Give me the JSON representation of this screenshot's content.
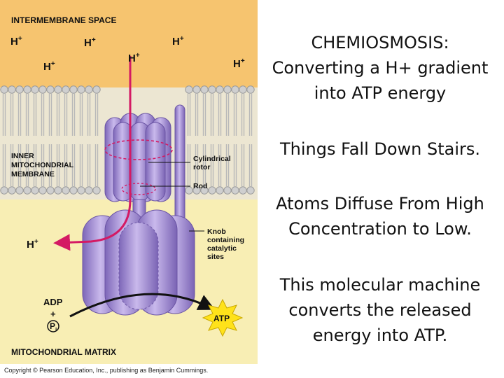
{
  "figure": {
    "intermembrane_label": "INTERMEMBRANE SPACE",
    "inner_membrane_label": [
      "INNER",
      "MITOCHONDRIAL",
      "MEMBRANE"
    ],
    "matrix_label": "MITOCHONDRIAL MATRIX",
    "h_ion_text": "H",
    "h_ion_sup": "+",
    "cylindrical_rotor_label": [
      "Cylindrical",
      "rotor"
    ],
    "rod_label": "Rod",
    "knob_label": [
      "Knob",
      "containing",
      "catalytic",
      "sites"
    ],
    "adp_label": "ADP",
    "plus_label": "+",
    "pi_label": "P",
    "pi_sub": "i",
    "atp_label": "ATP",
    "copyright": "Copyright © Pearson Education, Inc., publishing as Benjamin Cummings.",
    "colors": {
      "intermembrane": "#f6c46f",
      "matrix": "#f8eeb4",
      "membrane_lipid": "#d6d6d6",
      "protein": "#9b85cf",
      "proton_arrow": "#d41a64",
      "atp_star": "#ffe21a"
    }
  },
  "text": {
    "title_lines": [
      "CHEMIOSMOSIS:",
      "Converting a H+ gradient",
      "into ATP energy"
    ],
    "point1": "Things Fall Down Stairs.",
    "point2_lines": [
      "Atoms Diffuse From High",
      "Concentration to Low."
    ],
    "point3_lines": [
      "This molecular machine",
      "converts the released",
      "energy into ATP."
    ]
  }
}
